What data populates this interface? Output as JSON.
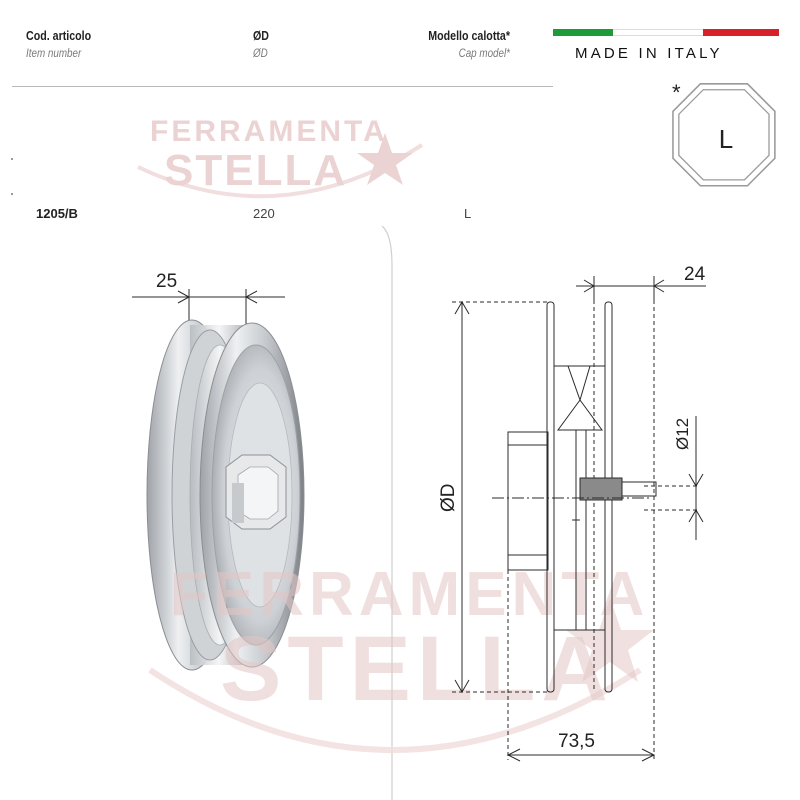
{
  "header": {
    "col_code": {
      "title": "Cod. articolo",
      "subtitle": "Item number"
    },
    "col_diameter": {
      "title": "ØD",
      "subtitle": "ØD"
    },
    "col_cap": {
      "title": "Modello calotta*",
      "subtitle": "Cap model*"
    }
  },
  "badge": {
    "made_in": "MADE IN ITALY",
    "flag_colors": [
      "#1e9a3a",
      "#ffffff",
      "#d8202a"
    ]
  },
  "cap_symbol": {
    "asterisk": "*",
    "letter": "L"
  },
  "product_row": {
    "code": "1205/B",
    "diameter": "220",
    "cap_model": "L"
  },
  "watermark": {
    "line1": "FERRAMENTA",
    "line2": "STELLA",
    "color": "#e2b7b7"
  },
  "drawing": {
    "dim_groove_width": "25",
    "dim_hub_offset": "24",
    "dim_shaft": "Ø12",
    "dim_diameter": "ØD",
    "dim_total_depth": "73,5"
  },
  "colors": {
    "line": "#2b2b2b",
    "rule": "#b9b9b9"
  }
}
